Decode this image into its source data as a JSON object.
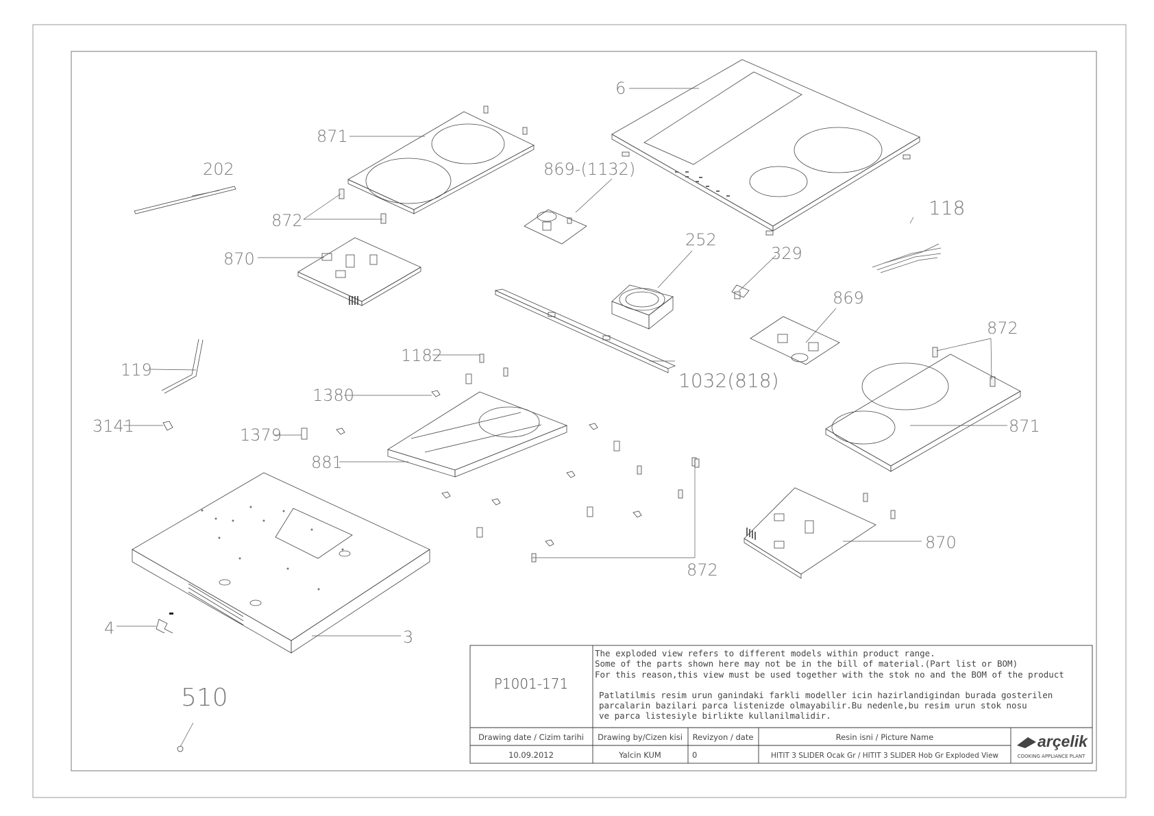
{
  "labels": {
    "p6": "6",
    "p871a": "871",
    "p202": "202",
    "p872a": "872",
    "p869b": "869-(1132)",
    "p870a": "870",
    "p252": "252",
    "p329": "329",
    "p118": "118",
    "p869": "869",
    "p872b": "872",
    "p119": "119",
    "p1182": "1182",
    "p1032": "1032(818)",
    "p1380": "1380",
    "p3141": "3141",
    "p1379": "1379",
    "p881": "881",
    "p871b": "871",
    "p870b": "870",
    "p872c": "872",
    "p4": "4",
    "p3": "3",
    "p510": "510"
  },
  "title_block": {
    "drawing_no": "P1001-171",
    "note_en_1": "The exploded view refers to different models within product range.",
    "note_en_2": "Some of the parts shown here may not be in the bill of material.(Part list or BOM)",
    "note_en_3": "For this reason,this view must be used together with the stok no and the BOM of the product",
    "note_tr_1": "Patlatilmis resim urun ganindaki farkli modeller icin hazirlandigindan burada gosterilen",
    "note_tr_2": "parcalarin bazilari parca listenizde olmayabilir.Bu nedenle,bu resim urun stok nosu",
    "note_tr_3": "ve parca listesiyle birlikte kullanilmalidir.",
    "h_date": "Drawing date / Cizim tarihi",
    "h_by": "Drawing by/Cizen kisi",
    "h_rev": "Revizyon / date",
    "h_name": "Resin isni / Picture Name",
    "v_date": "10.09.2012",
    "v_by": "Yalcin KUM",
    "v_rev": "0",
    "v_name": "HITIT 3 SLIDER Ocak Gr / HITIT 3 SLIDER Hob Gr Exploded View",
    "brand": "arçelik",
    "plant": "COOKING APPLIANCE PLANT"
  }
}
